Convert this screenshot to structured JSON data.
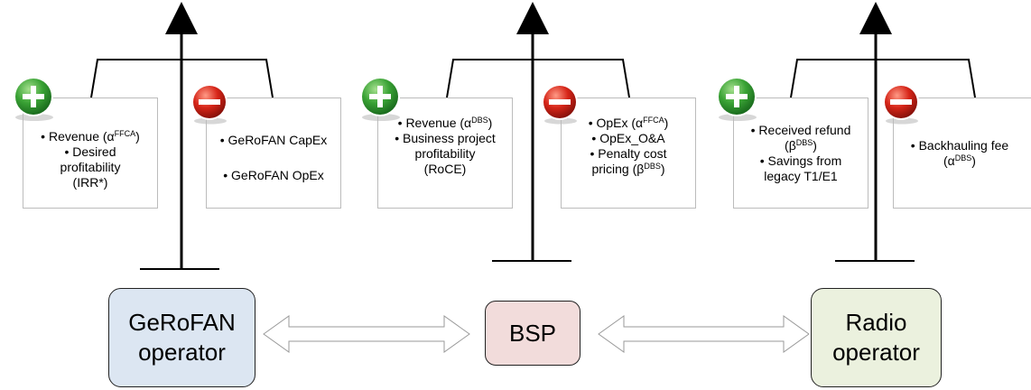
{
  "colors": {
    "gerofan_fill": "#dce6f2",
    "bsp_fill": "#f2dcdb",
    "radio_fill": "#ebf1de",
    "plus_green": "#3aa335",
    "minus_red": "#d62518",
    "arrow_fill": "#ffffff"
  },
  "icons": {
    "plus": "plus-circle-icon",
    "minus": "minus-circle-icon"
  },
  "entities": {
    "gerofan": {
      "line1": "GeRoFAN",
      "line2": "operator"
    },
    "bsp": {
      "label": "BSP"
    },
    "radio": {
      "line1": "Radio",
      "line2": "operator"
    }
  },
  "scales": [
    {
      "pros": {
        "lines": [
          "• Revenue (α",
          "• Desired",
          "profitability",
          "(IRR*)"
        ],
        "sup1": "FFCA",
        "close1": ")"
      },
      "cons": {
        "lines": [
          "• GeRoFAN CapEx",
          "• GeRoFAN OpEx"
        ]
      }
    },
    {
      "pros": {
        "lines": [
          "• Revenue (α",
          "• Business project",
          "profitability",
          "(RoCE)"
        ],
        "sup1": "DBS",
        "close1": ")"
      },
      "cons": {
        "lines": [
          "• OpEx (α",
          "• OpEx_O&A",
          "• Penalty cost",
          "pricing (β"
        ],
        "sup1": "FFCA",
        "close1": ")",
        "sup4": "DBS",
        "close4": ")"
      }
    },
    {
      "pros": {
        "lines": [
          "• Received refund",
          "(β",
          "• Savings from",
          "legacy T1/E1"
        ],
        "sup2": "DBS",
        "close2": ")"
      },
      "cons": {
        "lines": [
          "• Backhauling fee",
          "(α"
        ],
        "sup2": "DBS",
        "close2": ")"
      }
    }
  ]
}
